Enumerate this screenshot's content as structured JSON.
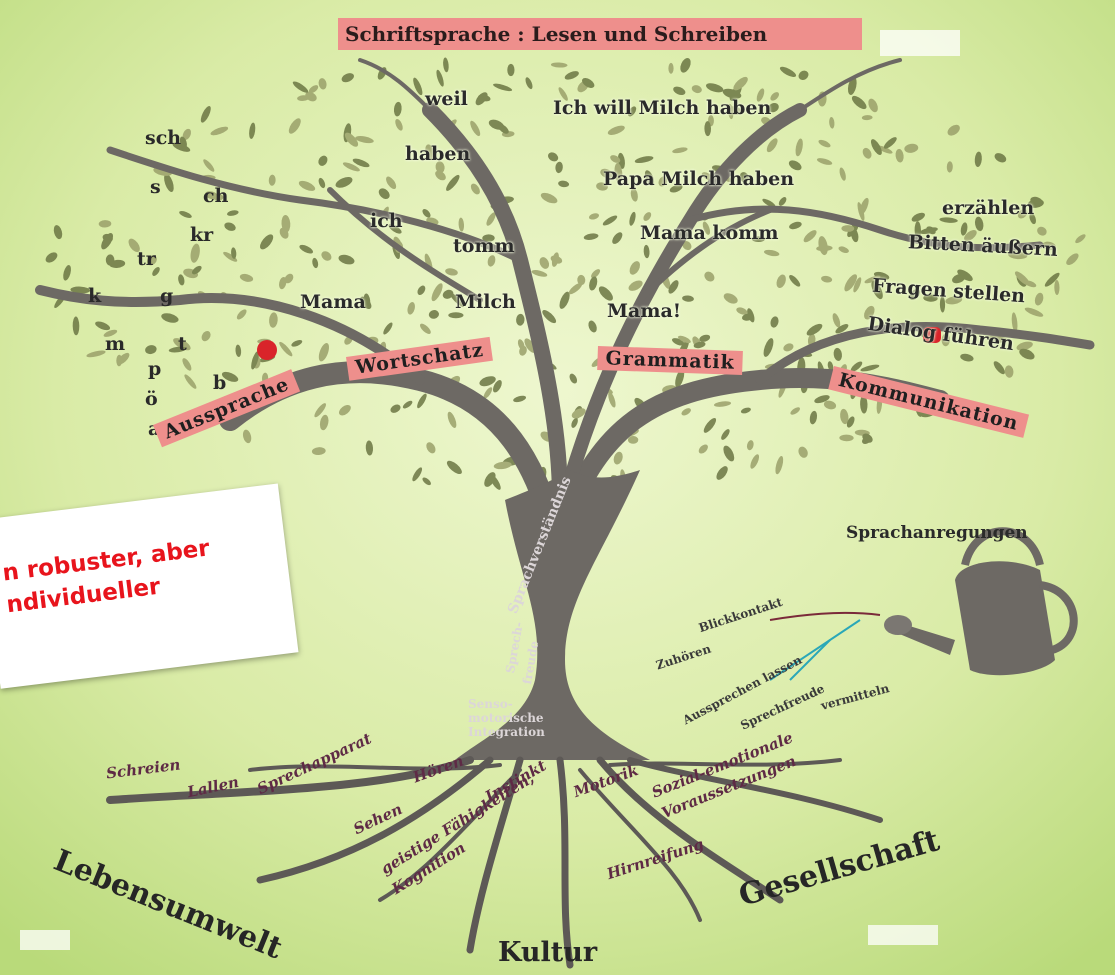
{
  "title": "Schriftsprache : Lesen und Schreiben",
  "sounds": [
    "sch",
    "s",
    "ch",
    "kr",
    "tr",
    "g",
    "k",
    "m",
    "t",
    "p",
    "b",
    "ö",
    "a"
  ],
  "words": [
    "weil",
    "haben",
    "ich",
    "tomm",
    "Mama",
    "Milch"
  ],
  "sentences": [
    "Ich will Milch haben",
    "Papa Milch haben",
    "Mama komm",
    "Mama!"
  ],
  "communication": [
    "erzählen",
    "Bitten äußern",
    "Fragen stellen",
    "Dialog führen"
  ],
  "branches": [
    "Aussprache",
    "Wortschatz",
    "Grammatik",
    "Kommunikation"
  ],
  "trunk": [
    "Sprachverständnis",
    "Sprech-",
    "freude",
    "Senso-",
    "motorische",
    "Integration"
  ],
  "roots": [
    "Schreien",
    "Lallen",
    "Sprechapparat",
    "Hören",
    "Sehen",
    "Instinkt",
    "Motorik",
    "Sozial-emotionale",
    "Voraussetzungen",
    "geistige Fähigkeiten,",
    "Kognition",
    "Hirnreifung"
  ],
  "ground": [
    "Lebensumwelt",
    "Kultur",
    "Gesellschaft"
  ],
  "sprachanregungen": "Sprachanregungen",
  "watering": [
    "Blickkontakt",
    "Zuhören",
    "Aussprechen lassen",
    "Sprechfreude",
    "vermitteln"
  ],
  "note": [
    "n robuster, aber",
    "ndividueller"
  ],
  "colors": {
    "background": "#d9eba6",
    "trunk": "#6d6964",
    "tag": "#ee8f8c",
    "note_text": "#e8141c",
    "root_text": "#5e2a45",
    "leaf": "#707a46"
  }
}
